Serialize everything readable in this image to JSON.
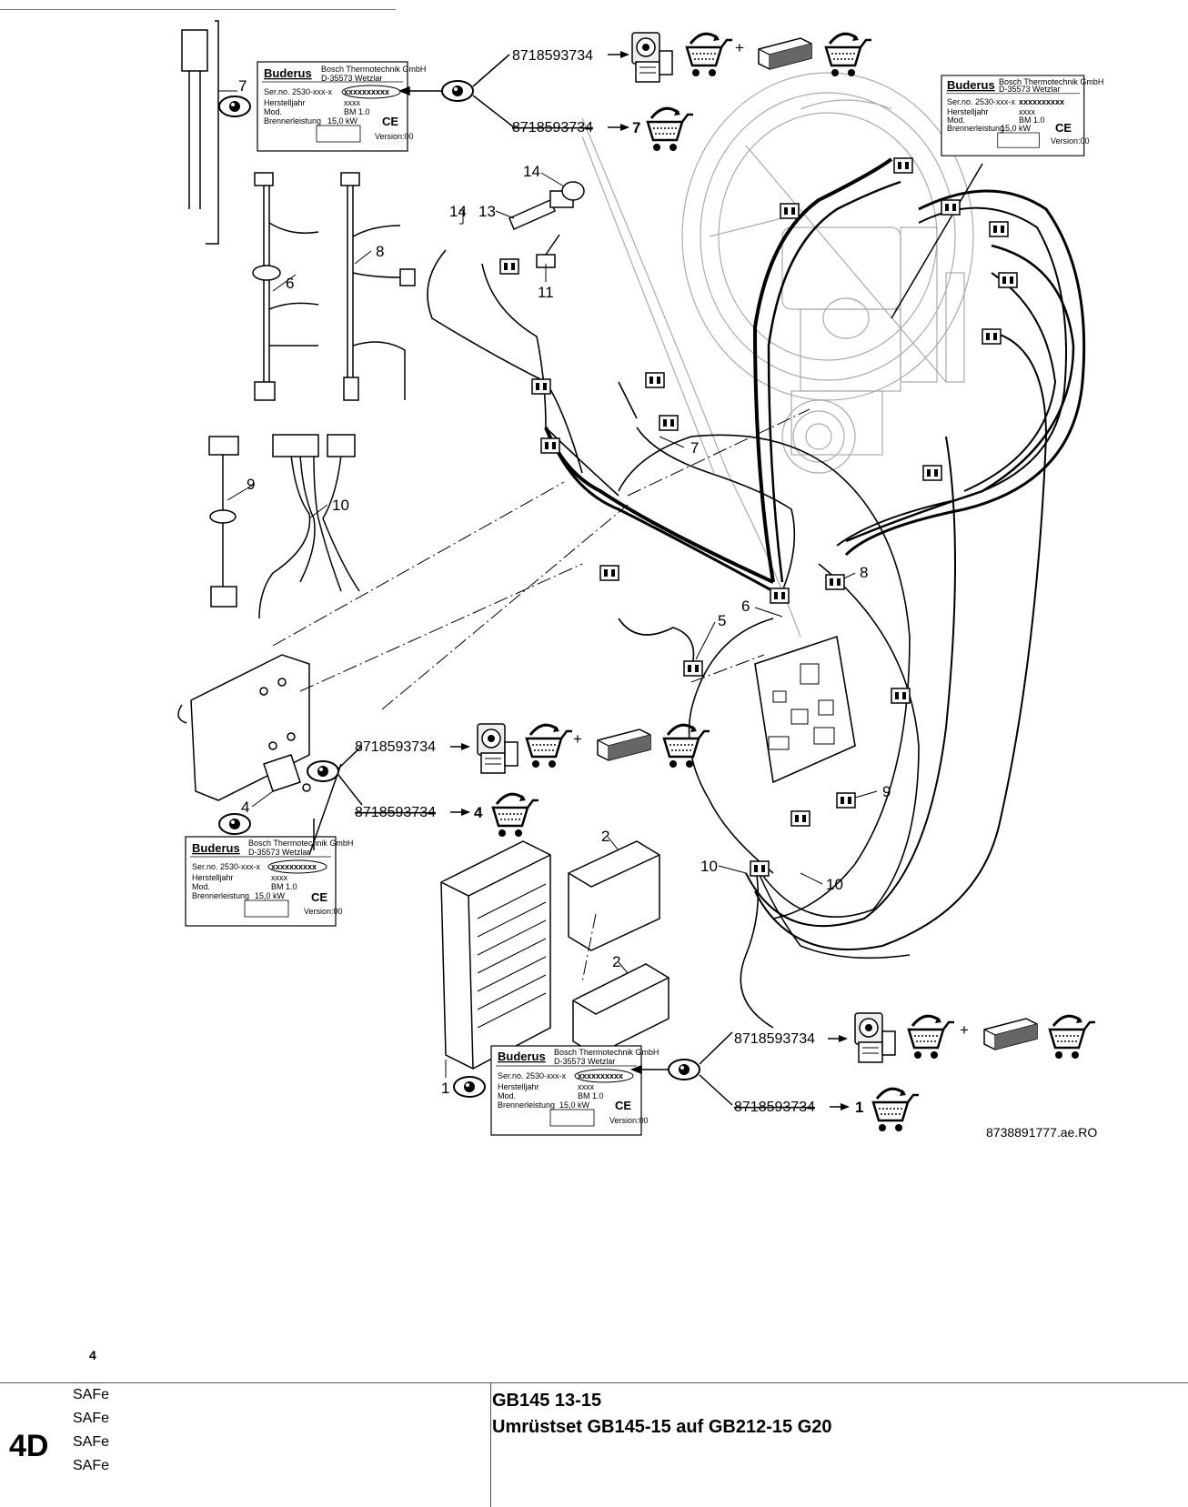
{
  "page_number": "4",
  "section": "4D",
  "safe_items": [
    "SAFe",
    "SAFe",
    "SAFe",
    "SAFe"
  ],
  "title_line1": "GB145 13-15",
  "title_line2": "Umrüstset GB145-15 auf GB212-15 G20",
  "doc_number": "8738891777.ae.RO",
  "part_number": "8718593734",
  "callouts": [
    "7",
    "6",
    "8",
    "9",
    "10",
    "14",
    "14",
    "13",
    "11",
    "7",
    "8",
    "6",
    "5",
    "9",
    "10",
    "10",
    "2",
    "2",
    "4",
    "1"
  ],
  "order_arrows": [
    "7",
    "4",
    "1"
  ],
  "plus": "+",
  "plate": {
    "brand": "Buderus",
    "company": "Bosch Thermotechnik GmbH",
    "address": "D-35573 Wetzlar",
    "serial_prefix": "Ser.no. 2530-xxx-x",
    "serial_mask": "xxxxxxxxxx",
    "year_label": "Herstelljahr",
    "year_value": "xxxx",
    "model_label": "Mod.",
    "model_value": "BM 1.0",
    "power_label": "Brennerleistung",
    "power_value": "15,0  kW",
    "ce": "CE",
    "version": "Version:00"
  }
}
